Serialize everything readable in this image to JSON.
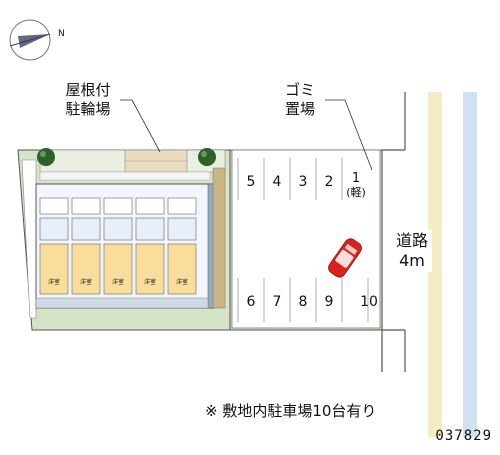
{
  "compass": {
    "north_label": "N"
  },
  "labels": {
    "roof_bicycle": [
      "屋根付",
      "駐輪場"
    ],
    "garbage": [
      "ゴミ",
      "置場"
    ],
    "road": [
      "道路",
      "4m"
    ]
  },
  "parking": {
    "top_row": [
      "5",
      "4",
      "3",
      "2",
      "1"
    ],
    "top_row_sub": "(軽)",
    "bottom_row": [
      "6",
      "7",
      "8",
      "9",
      "10"
    ]
  },
  "units": {
    "room_label": "洋室"
  },
  "note": "※ 敷地内駐車場10台有り",
  "code": "037829",
  "colors": {
    "site_fill": "#d5e3c9",
    "road_fill": "#ffffff",
    "road_stripe_yellow": "#f4ecc2",
    "road_stripe_blue": "#cfe2ef",
    "building_fill": "#f2f5fb",
    "room_fill": "#f8dd9b",
    "car_red": "#d9231e"
  }
}
